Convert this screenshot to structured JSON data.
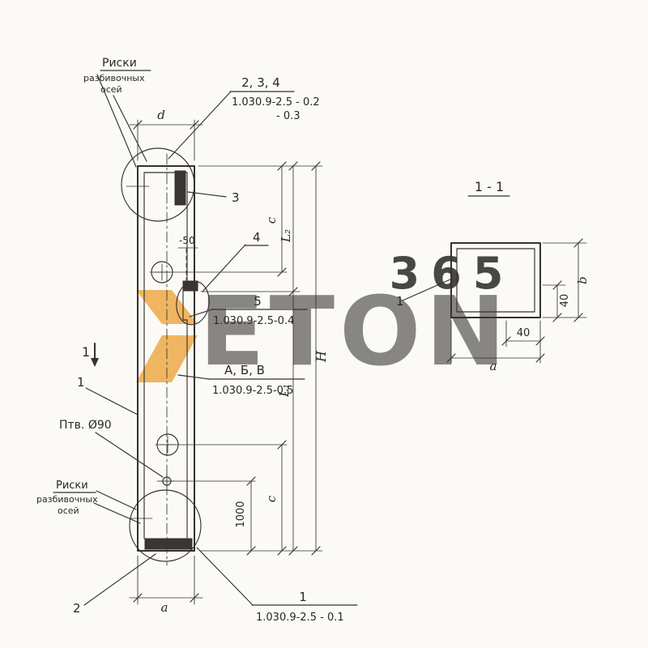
{
  "watermark": {
    "number": "365",
    "name": "ETON"
  },
  "elevation": {
    "riski_top": {
      "l1": "Риски",
      "l2": "разбивочных",
      "l3": "осей"
    },
    "riski_bottom": {
      "l1": "Риски",
      "l2": "разбивочных",
      "l3": "осей"
    },
    "group234": {
      "items": "2, 3, 4",
      "doc": "1.030.9-2.5 - 0.2",
      "doc2": "- 0.3"
    },
    "item3": "3",
    "item4": "4",
    "group5": {
      "item": "5",
      "doc": "1.030.9-2.5-0.4"
    },
    "groupABV": {
      "items": "А, Б, В",
      "doc": "1.030.9-2.5-0.5"
    },
    "group1": {
      "item": "1",
      "doc": "1.030.9-2.5 - 0.1"
    },
    "item1": "1",
    "item2": "2",
    "section_cut": "1",
    "hole_label": "Птв. Ø90",
    "level": "-50",
    "dims": {
      "d": "d",
      "a": "a",
      "c_top": "c",
      "c_bottom": "c",
      "L2": "L₂",
      "L1": "L₁",
      "H": "H",
      "n1000": "1000"
    }
  },
  "section": {
    "title": "1 - 1",
    "item1": "1",
    "dims": {
      "b": "b",
      "a": "a",
      "v40": "40",
      "h40": "40"
    }
  }
}
